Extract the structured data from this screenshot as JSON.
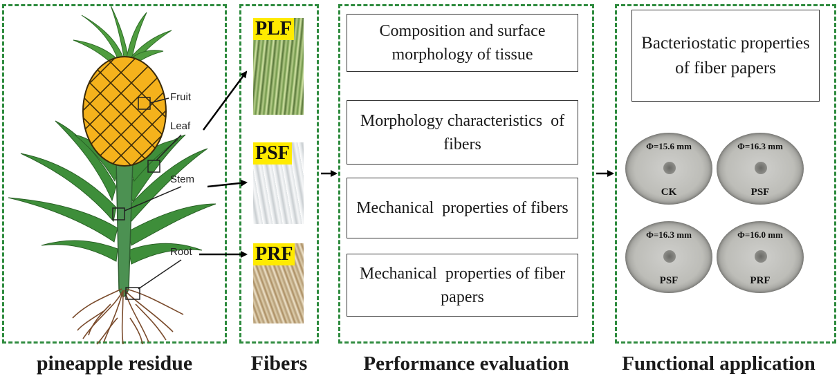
{
  "panels": {
    "residue": {
      "caption": "pineapple residue"
    },
    "fibers": {
      "caption": "Fibers"
    },
    "evaluation": {
      "caption": "Performance evaluation"
    },
    "application": {
      "caption": "Functional application"
    }
  },
  "plant": {
    "labels": {
      "fruit": "Fruit",
      "leaf": "Leaf",
      "stem": "Stem",
      "root": "Root"
    },
    "colors": {
      "fruit": "#f5b21c",
      "leaf": "#3e8e3a",
      "stem": "#4c9152",
      "root": "#7a4b2c"
    }
  },
  "fibers": [
    {
      "label": "PLF"
    },
    {
      "label": "PSF"
    },
    {
      "label": "PRF"
    }
  ],
  "evaluation": {
    "boxes": [
      "Composition and surface morphology of tissue",
      "Morphology characteristics  of fibers",
      "Mechanical  properties of fibers",
      "Mechanical  properties of fiber papers"
    ]
  },
  "application": {
    "title": "Bacteriostatic properties of fiber papers",
    "dishes": [
      {
        "diameter": "Φ=15.6 mm",
        "label": "CK"
      },
      {
        "diameter": "Φ=16.3 mm",
        "label": "PSF"
      },
      {
        "diameter": "Φ=16.3 mm",
        "label": "PSF"
      },
      {
        "diameter": "Φ=16.0 mm",
        "label": "PRF"
      }
    ]
  },
  "colors": {
    "border": "#2e8b3e",
    "highlight": "#ffeb00",
    "arrow": "#000000"
  }
}
